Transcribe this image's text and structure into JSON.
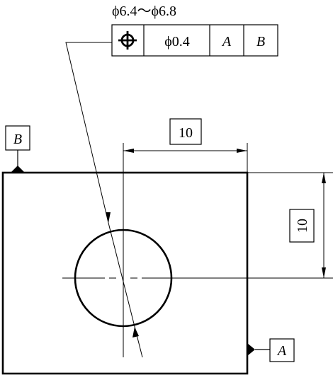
{
  "hole_size_label": "ϕ6.4～ϕ6.8",
  "feature_control_frame": {
    "symbol": "position-icon",
    "tolerance": "ϕ0.4",
    "primary_datum": "A",
    "secondary_datum": "B"
  },
  "datum_labels": {
    "top_edge": "B",
    "right_edge": "A"
  },
  "basic_dimensions": {
    "horizontal": "10",
    "vertical": "10"
  },
  "colors": {
    "line": "#000000",
    "background": "#ffffff"
  }
}
